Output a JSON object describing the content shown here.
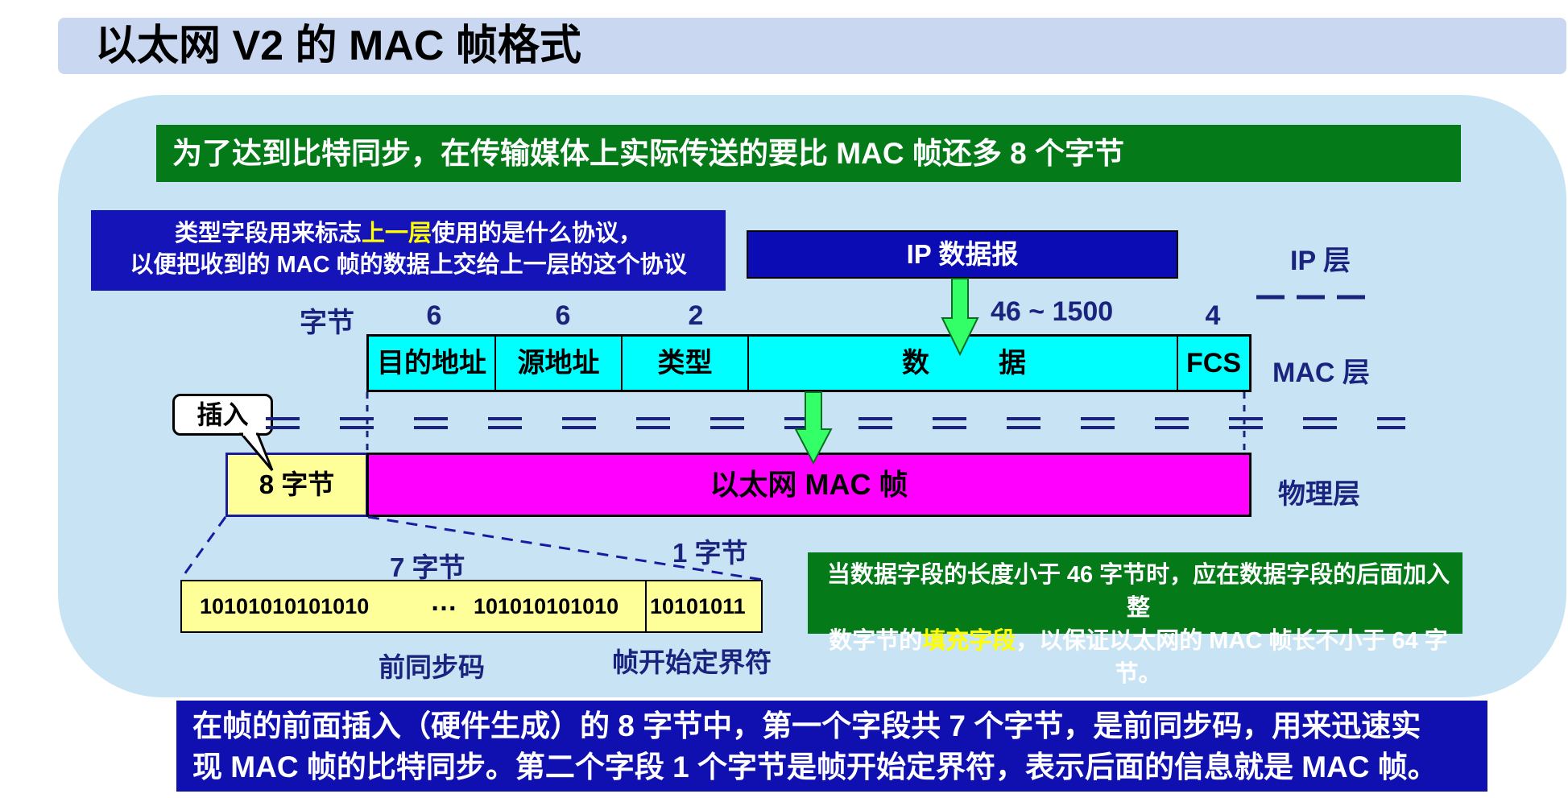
{
  "title": "以太网 V2 的 MAC 帧格式",
  "top_banner": "为了达到比特同步，在传输媒体上实际传送的要比 MAC 帧还多 8 个字节",
  "type_note": {
    "line1_pre": "类型字段用来标志",
    "line1_highlight": "上一层",
    "line1_post": "使用的是什么协议，",
    "line2": "以便把收到的 MAC 帧的数据上交给上一层的这个协议"
  },
  "ip_datagram": "IP 数据报",
  "layers": {
    "ip": "IP 层",
    "mac": "MAC 层",
    "physical": "物理层"
  },
  "byte_header": "字节",
  "field_sizes": {
    "dst": "6",
    "src": "6",
    "type": "2",
    "data": "46 ~ 1500",
    "fcs": "4"
  },
  "fields": {
    "dst": "目的地址",
    "src": "源地址",
    "type": "类型",
    "data_1": "数",
    "data_2": "据",
    "fcs": "FCS"
  },
  "insert_callout": "插入",
  "preamble_total": "8 字节",
  "ethernet_frame": "以太网 MAC 帧",
  "sync": {
    "bytes_7": "7 字节",
    "bytes_1": "1 字节",
    "bits_left": "10101010101010",
    "ellipsis": "…",
    "bits_mid": "101010101010",
    "bits_sfd": "10101011",
    "label_preamble": "前同步码",
    "label_sfd": "帧开始定界符"
  },
  "padding_note": {
    "line1": "当数据字段的长度小于 46 字节时，应在数据字段的后面加入整",
    "line2_pre": "数字节的",
    "line2_highlight": "填充字段",
    "line2_post": "，以保证以太网的 MAC 帧长不小于 64 字节。"
  },
  "bottom_note": {
    "line1": "在帧的前面插入（硬件生成）的 8 字节中，第一个字段共 7 个字节，是前同步码，用来迅速实",
    "line2": "现 MAC 帧的比特同步。第二个字段 1 个字节是帧开始定界符，表示后面的信息就是 MAC 帧。"
  },
  "colors": {
    "cyan": "#00ffff",
    "magenta": "#ff00ff",
    "green": "#047a18",
    "navy": "#1414b8",
    "yellow_light": "#ffff99",
    "arrow_green": "#33ff66",
    "panel": "#c8e3f4"
  }
}
